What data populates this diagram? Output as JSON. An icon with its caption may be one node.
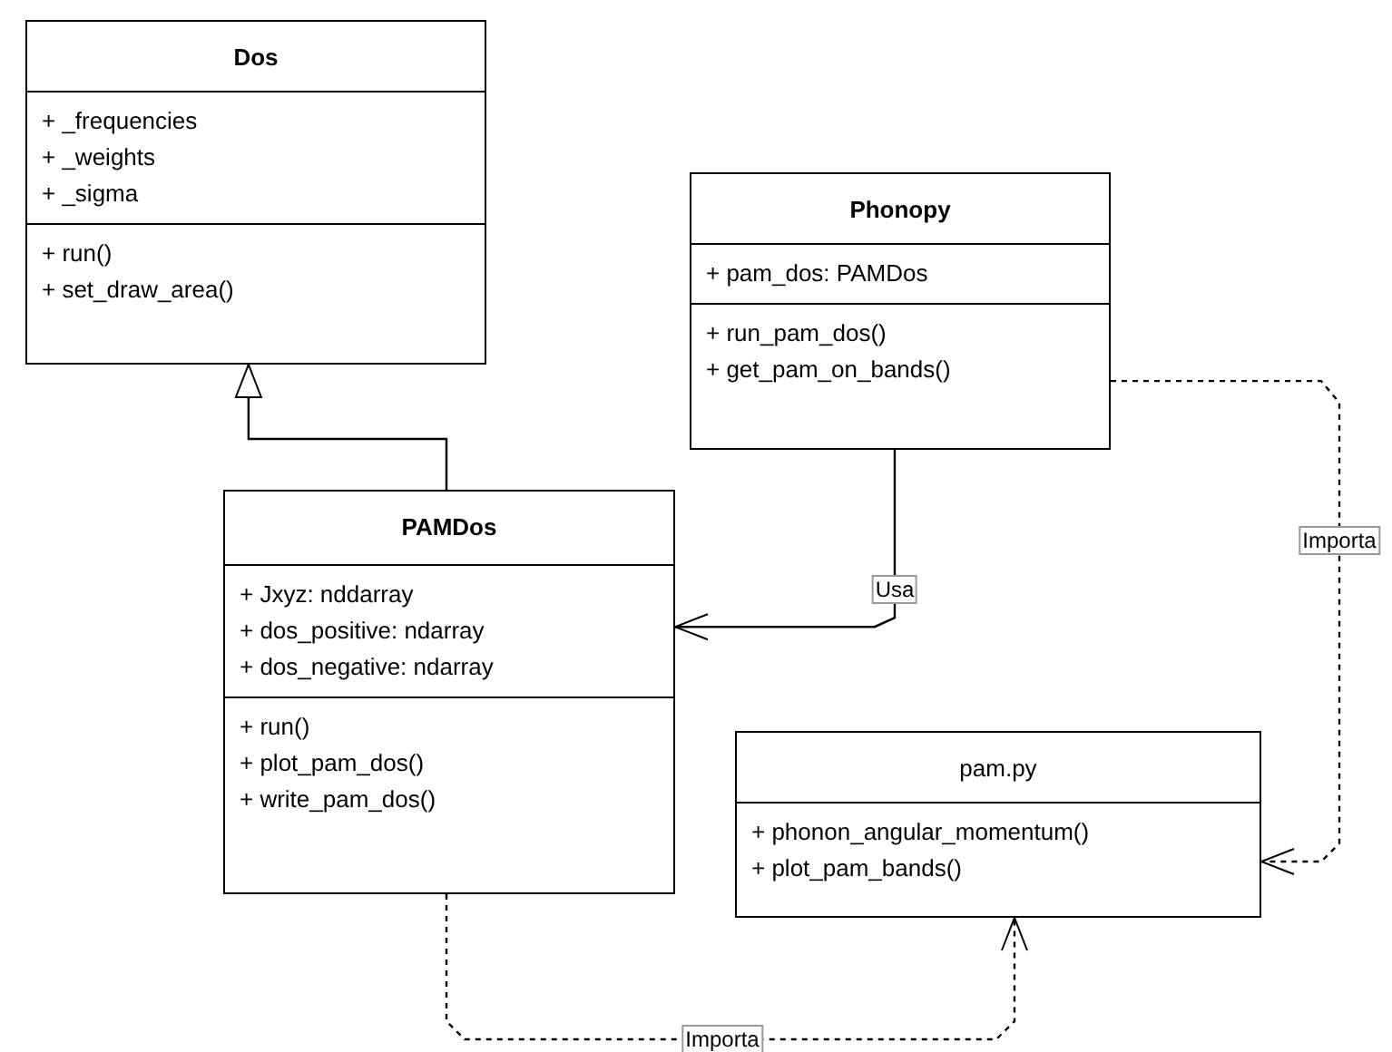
{
  "diagram": {
    "nodes": [
      {
        "text": [
          "Dos",
          "+ _frequencies",
          "+ _weights",
          "+ _sigma",
          "+ run()",
          "+ set_draw_area()"
        ]
      },
      {
        "text": [
          "Phonopy",
          "+ pam_dos: PAMDos",
          "+ run_pam_dos()",
          "+ get_pam_on_bands()"
        ]
      },
      {
        "text": [
          "PAMDos",
          "+ Jxyz: nddarray",
          "+ dos_positive: ndarray",
          "+ dos_negative: ndarray",
          "+ run()",
          "+ plot_pam_dos()",
          "+ write_pam_dos()"
        ]
      },
      {
        "text": [
          "pam.py",
          "+ phonon_angular_momentum()",
          "+ plot_pam_bands()"
        ]
      }
    ],
    "edges": [
      {
        "from": 2,
        "to": 0,
        "arrow": "to"
      },
      {
        "from": 1,
        "to": 2,
        "arrow": "to",
        "label": "Usa"
      },
      {
        "from": 1,
        "to": 3,
        "arrow": "to",
        "label": "Importa",
        "style": "dashed"
      },
      {
        "from": 2,
        "to": 3,
        "arrow": "to",
        "label": "Importa",
        "style": "dashed"
      }
    ]
  }
}
